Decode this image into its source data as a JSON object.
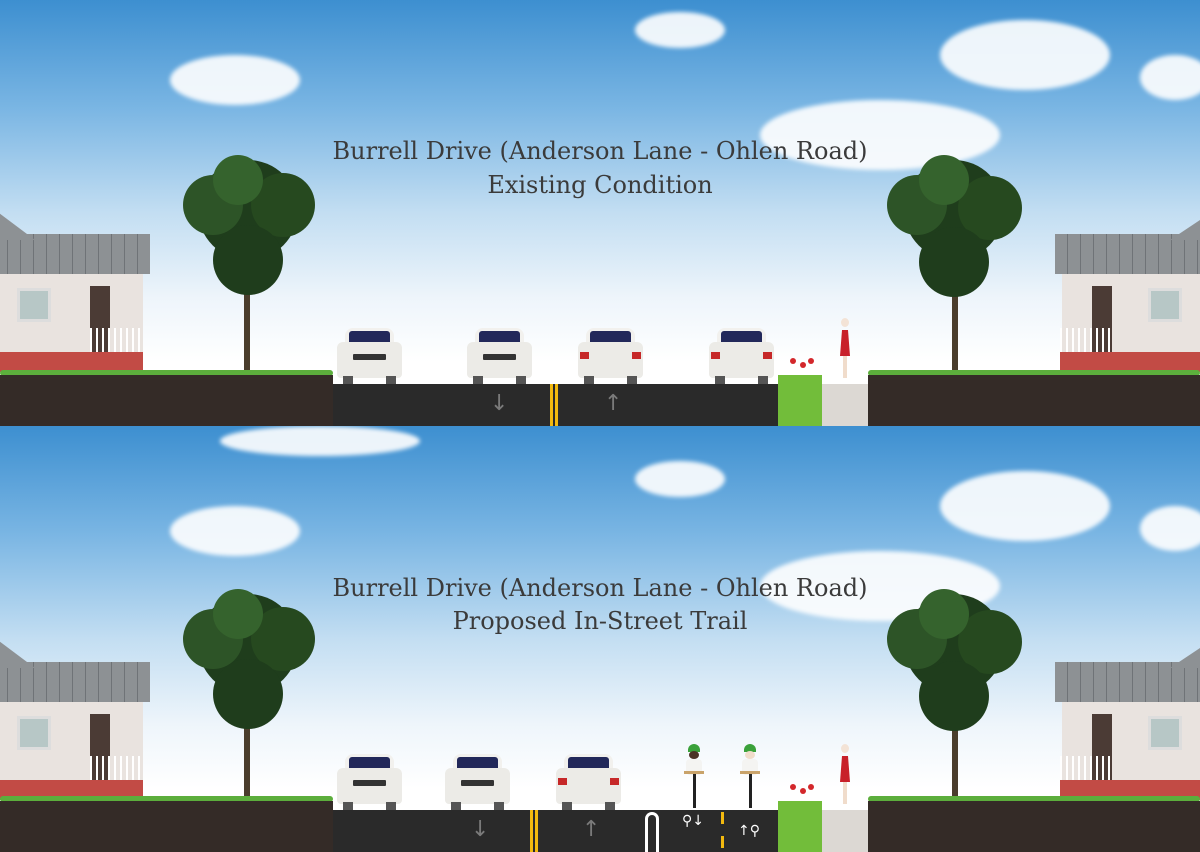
{
  "panels": [
    {
      "title_line1": "Burrell Drive (Anderson Lane - Ohlen Road)",
      "title_line2": "Existing Condition",
      "arrows": {
        "southbound": "↓",
        "northbound": "↑"
      }
    },
    {
      "title_line1": "Burrell Drive (Anderson Lane - Ohlen Road)",
      "title_line2": "Proposed In-Street Trail",
      "arrows": {
        "southbound": "↓",
        "northbound": "↑"
      },
      "bike_lane_symbols": {
        "southbound": "⚲↓",
        "northbound": "↑⚲"
      }
    }
  ],
  "colors": {
    "road": "#2a2a2a",
    "centerline": "#f2b90f",
    "dirt": "#342b27",
    "grass": "#5cae3c",
    "planter": "#72bd3a",
    "sidewalk": "#dcd8d3"
  }
}
